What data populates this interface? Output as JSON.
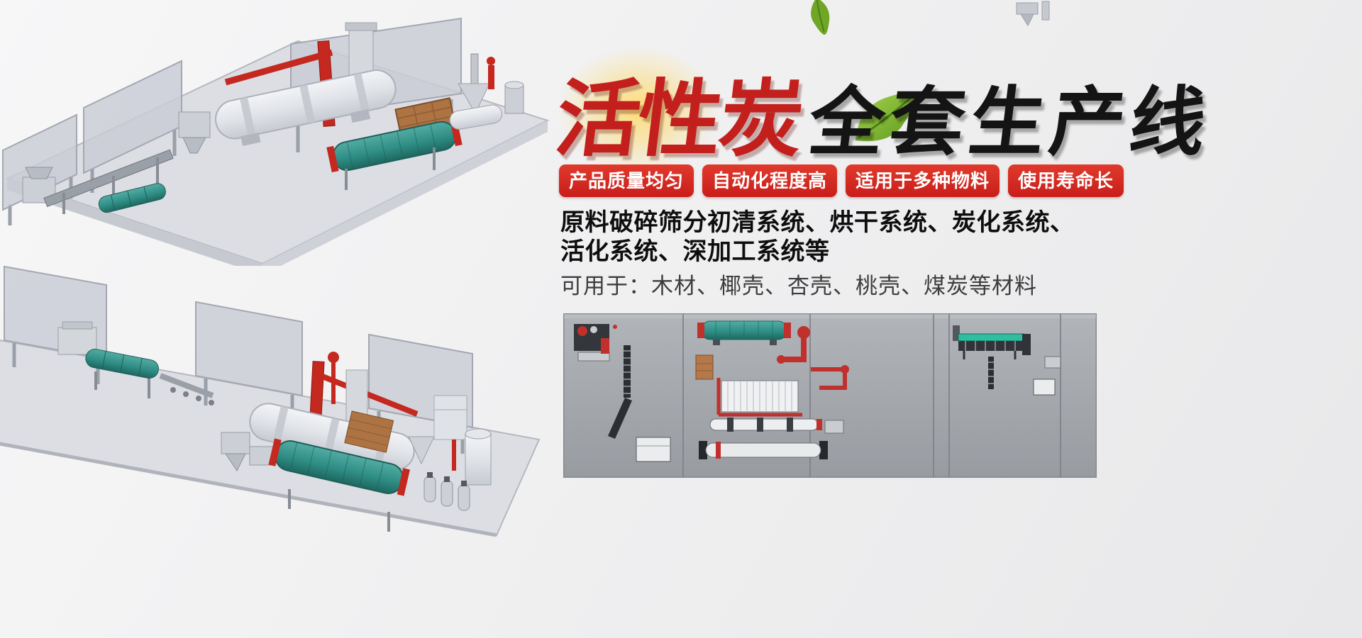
{
  "banner": {
    "title": {
      "highlight": "活性炭",
      "rest": "全套生产线"
    },
    "badges": [
      {
        "label": "产品质量均匀"
      },
      {
        "label": "自动化程度高"
      },
      {
        "label": "适用于多种物料"
      },
      {
        "label": "使用寿命长"
      }
    ],
    "description": {
      "line1": "原料破碎筛分初清系统、烘干系统、炭化系统、",
      "line2": "活化系统、深加工系统等"
    },
    "materials": "可用于：木材、椰壳、杏壳、桃壳、煤炭等材料",
    "colors": {
      "badge_red": "#d2221f",
      "title_red": "#c3201d",
      "title_black": "#141414",
      "leaf_green": "#7fba2f",
      "pipe_red": "#c4281f",
      "drum_teal": "#2f8e86",
      "brick_brown": "#ad7342",
      "background_gray": "#f0f0f1",
      "panel_gray": "#a4a8ad"
    },
    "icons": [
      "leaf-icon"
    ]
  }
}
